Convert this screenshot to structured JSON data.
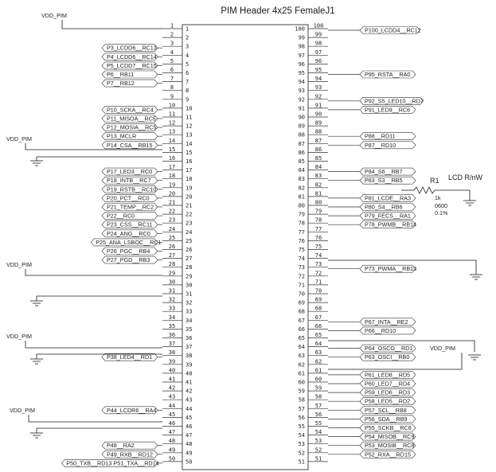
{
  "header": {
    "title": "PIM Header 4x25 FemaleJ1",
    "left_pin_count": 50,
    "right_start": 100,
    "right_pin_count": 50
  },
  "power": {
    "vdd_label": "VDD_PIM"
  },
  "left_labels": [
    {
      "pin": 3,
      "text": "P3_LCDD6__RC13"
    },
    {
      "pin": 4,
      "text": "P4_LCDD6__RC14"
    },
    {
      "pin": 5,
      "text": "P5_LCDD7__RC15"
    },
    {
      "pin": 6,
      "text": "P6__RB11"
    },
    {
      "pin": 7,
      "text": "P7__RB12"
    },
    {
      "pin": 10,
      "text": "P10_SCKA__RC4"
    },
    {
      "pin": 11,
      "text": "P11_MISOA__RC5"
    },
    {
      "pin": 12,
      "text": "P12_MOSIA__RC5"
    },
    {
      "pin": 13,
      "text": "P13_MCLR"
    },
    {
      "pin": 14,
      "text": "P14_CSA__RB15"
    },
    {
      "pin": 17,
      "text": "P17_LED3__RC0"
    },
    {
      "pin": 18,
      "text": "P18_INTB__RC7"
    },
    {
      "pin": 19,
      "text": "P19_RSTB__RC10"
    },
    {
      "pin": 20,
      "text": "P20_PCT__RC0"
    },
    {
      "pin": 21,
      "text": "P21_TEMP__RC2"
    },
    {
      "pin": 22,
      "text": "P22__RC0"
    },
    {
      "pin": 23,
      "text": "P23_CSS__RC11"
    },
    {
      "pin": 24,
      "text": "P24_ANG__RC0"
    },
    {
      "pin": 25,
      "text": "P25_ANA_LSBOC__RC1"
    },
    {
      "pin": 26,
      "text": "P26_PGC__RB4"
    },
    {
      "pin": 27,
      "text": "P27_PGD__RB3"
    },
    {
      "pin": 38,
      "text": "P38_LED4__RD1"
    },
    {
      "pin": 44,
      "text": "P44_LCDR6__RA4"
    },
    {
      "pin": 48,
      "text": "P48__RA2"
    },
    {
      "pin": 49,
      "text": "P49_RXB__RD12"
    },
    {
      "pin": 50,
      "text": "P50_TXB__RD13 P51_TXA__RD14"
    }
  ],
  "right_labels": [
    {
      "pin": 100,
      "text": "P100_LCDD4__RC12"
    },
    {
      "pin": 95,
      "text": "P95_RSTA__RA0"
    },
    {
      "pin": 92,
      "text": "P92_S5_LED10__RD7"
    },
    {
      "pin": 91,
      "text": "P91_LED9__RC6"
    },
    {
      "pin": 88,
      "text": "P88__RD11"
    },
    {
      "pin": 87,
      "text": "P87__RD10"
    },
    {
      "pin": 84,
      "text": "P84_S6__RB7"
    },
    {
      "pin": 83,
      "text": "P83_S3__RB5"
    },
    {
      "pin": 81,
      "text": "P81_LCDE__RA3"
    },
    {
      "pin": 80,
      "text": "P80_S4__RB6"
    },
    {
      "pin": 79,
      "text": "P79_FECS__RA1"
    },
    {
      "pin": 78,
      "text": "P78_PWMB__RB14"
    },
    {
      "pin": 73,
      "text": "P73_PWMA__RB13"
    },
    {
      "pin": 67,
      "text": "P67_INTA__RE2"
    },
    {
      "pin": 66,
      "text": "P66__RD10"
    },
    {
      "pin": 64,
      "text": "P64_OSCO__RD1"
    },
    {
      "pin": 63,
      "text": "P63_OSCI__RB0"
    },
    {
      "pin": 61,
      "text": "P61_LED8__RD5"
    },
    {
      "pin": 60,
      "text": "P60_LED7__RD4"
    },
    {
      "pin": 59,
      "text": "P59_LED6__RD3"
    },
    {
      "pin": 58,
      "text": "P58_LED5__RD2"
    },
    {
      "pin": 57,
      "text": "P57_SCL__RB8"
    },
    {
      "pin": 56,
      "text": "P56_SDA__RB9"
    },
    {
      "pin": 55,
      "text": "P55_SCKB__RC8"
    },
    {
      "pin": 54,
      "text": "P54_MISOB__RC9"
    },
    {
      "pin": 53,
      "text": "P53_MOSIB__RC8"
    },
    {
      "pin": 52,
      "text": "P52_RXA__RD15"
    }
  ],
  "resistor": {
    "ref": "R1",
    "value": "1k",
    "size": "0600",
    "tolerance": "0.1%",
    "net_label": "LCD R/nW"
  }
}
